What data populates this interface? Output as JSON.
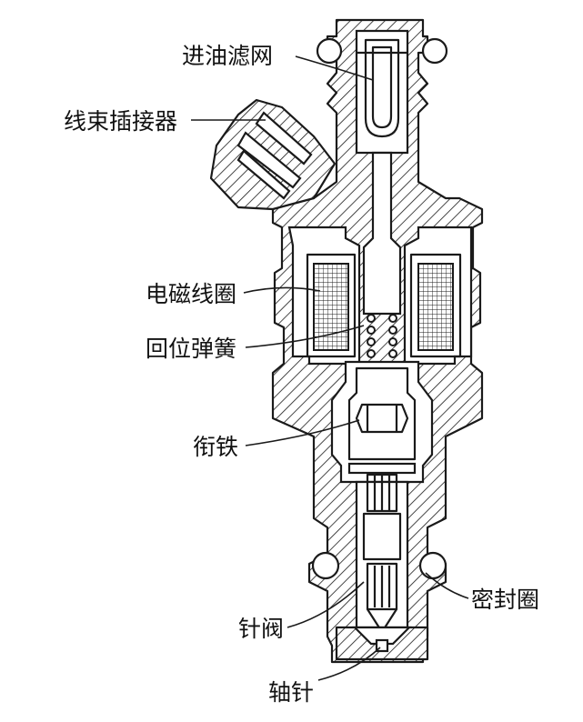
{
  "labels": {
    "inlet_filter": "进油滤网",
    "connector": "线束插接器",
    "coil": "电磁线圈",
    "return_spring": "回位弹簧",
    "armature": "衔铁",
    "seal_ring": "密封圈",
    "needle_valve": "针阀",
    "pintle": "轴针"
  }
}
